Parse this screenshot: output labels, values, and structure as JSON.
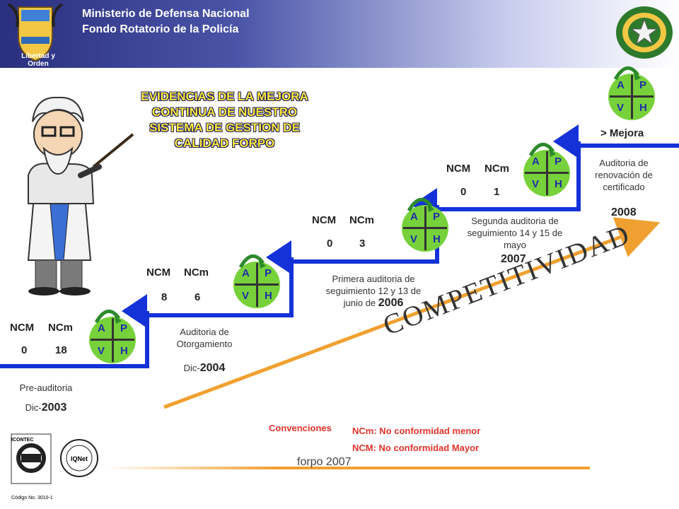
{
  "header": {
    "line1": "Ministerio de Defensa Nacional",
    "line2": "Fondo Rotatorio de la Policía",
    "shield_motto": "Libertad y Orden",
    "brand_colors": {
      "band_dark": "#2a2f7e",
      "band_light": "#c9cdee"
    }
  },
  "title": "EVIDENCIAS DE LA MEJORA CONTINUA DE NUESTRO SISTEMA DE GESTION DE CALIDAD FORPO",
  "ncm_label": "NCM",
  "ncm_minor_label": "NCm",
  "pdca_letters": {
    "a": "A",
    "p": "P",
    "v": "V",
    "h": "H"
  },
  "stages": [
    {
      "ncm": "0",
      "ncm_minor": "18",
      "caption": "Pre-auditoria",
      "date_prefix": "Dic-",
      "year": "2003"
    },
    {
      "ncm": "8",
      "ncm_minor": "6",
      "caption": "Auditoria de Otorgamiento",
      "date_prefix": "Dic-",
      "year": "2004"
    },
    {
      "ncm": "0",
      "ncm_minor": "3",
      "caption": "Primera auditoria de seguimiento 12 y 13 de junio de",
      "year": "2006"
    },
    {
      "ncm": "0",
      "ncm_minor": "1",
      "caption": "Segunda auditoria de seguimiento 14 y 15 de mayo",
      "year": "2007"
    },
    {
      "label": "> Mejora",
      "caption": "Auditoria de renovación de certificado",
      "year": "2008"
    }
  ],
  "competitividad": "COMPETITIVIDAD",
  "conventions": {
    "title": "Convenciones",
    "items": [
      "NCm: No conformidad menor",
      "NCM: No conformidad Mayor"
    ]
  },
  "footer": "forpo 2007",
  "cert_logos": {
    "icontec": "ICONTEC",
    "iqnet": "IQNet",
    "code": "Código No. 3010-1"
  },
  "colors": {
    "stairs": "#1432d8",
    "arrow": "#f0a030",
    "pdca": "#77d13a",
    "title_text": "#ffeb3b",
    "conventions": "#e2342b"
  }
}
